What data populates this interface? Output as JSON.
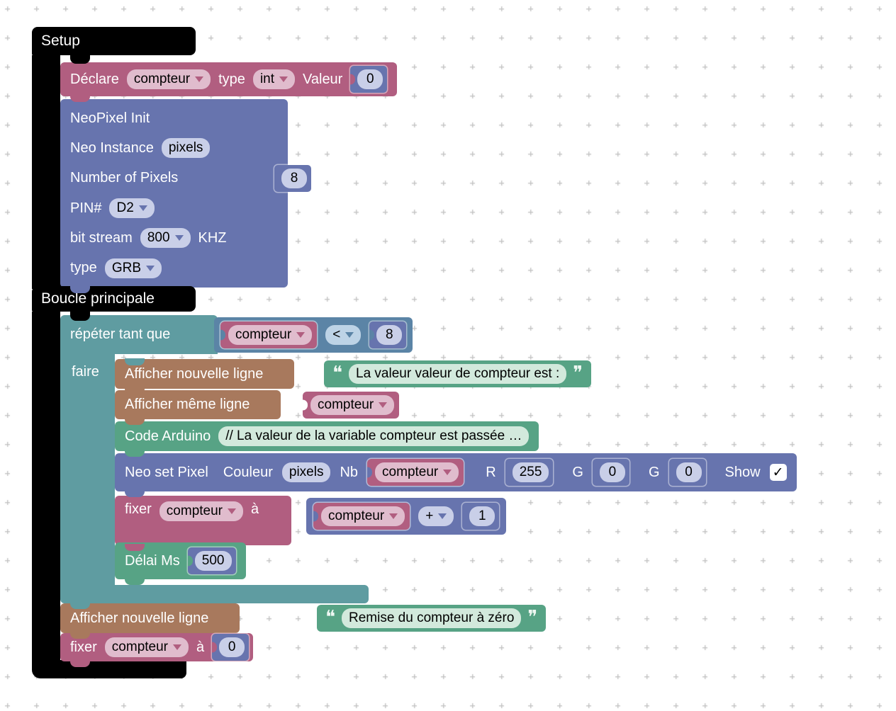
{
  "canvas": {
    "bg": "#ffffff",
    "grid_color": "#c4c4c4"
  },
  "colors": {
    "rose": "#b15e80",
    "rose-f": "#e0bccd",
    "slate": "#6774ae",
    "slate-f": "#c9cfe8",
    "steel": "#5b84a6",
    "steel-f": "#bdd3e6",
    "teal": "#5f9ca1",
    "brown": "#a8795d",
    "green": "#57a385",
    "green-f": "#d2e9dc",
    "blk": "#000000"
  },
  "icons": {
    "dropdown": "dropdown-arrow",
    "check": "✓",
    "quote_open": "❝",
    "quote_close": "❞"
  },
  "setup": {
    "title": "Setup",
    "declare": {
      "label": "Déclare",
      "var": "compteur",
      "type_label": "type",
      "type": "int",
      "value_label": "Valeur",
      "value": "0"
    },
    "neopixel": {
      "line1": "NeoPixel Init",
      "instance_label": "Neo Instance",
      "instance": "pixels",
      "count_label": "Number of Pixels",
      "count": "8",
      "pin_label": "PIN#",
      "pin": "D2",
      "stream_label": "bit stream",
      "freq": "800",
      "freq_unit": "KHZ",
      "type_label": "type",
      "color_order": "GRB"
    }
  },
  "loop": {
    "title": "Boucle principale",
    "repeat": {
      "label": "répéter tant que",
      "do_label": "faire",
      "cond_var": "compteur",
      "cond_op": "<",
      "cond_value": "8"
    },
    "print1": {
      "label": "Afficher nouvelle ligne",
      "text": "La valeur valeur de compteur est :"
    },
    "print2": {
      "label": "Afficher même ligne",
      "var": "compteur"
    },
    "arduino": {
      "label": "Code Arduino",
      "code": "// La valeur de la variable compteur est passée …"
    },
    "neoset": {
      "label": "Neo set Pixel",
      "couleur_label": "Couleur",
      "instance": "pixels",
      "nb_label": "Nb",
      "nb_var": "compteur",
      "r_label": "R",
      "r": "255",
      "g1_label": "G",
      "g1": "0",
      "g2_label": "G",
      "g2": "0",
      "show_label": "Show",
      "show_checked": "✓"
    },
    "setvar": {
      "label": "fixer",
      "var": "compteur",
      "to_label": "à",
      "expr_var": "compteur",
      "op": "+",
      "operand": "1"
    },
    "delay": {
      "label": "Délai Ms",
      "ms": "500"
    },
    "print3": {
      "label": "Afficher nouvelle ligne",
      "text": "Remise du compteur à zéro"
    },
    "setvar2": {
      "label": "fixer",
      "var": "compteur",
      "to_label": "à",
      "value": "0"
    }
  }
}
